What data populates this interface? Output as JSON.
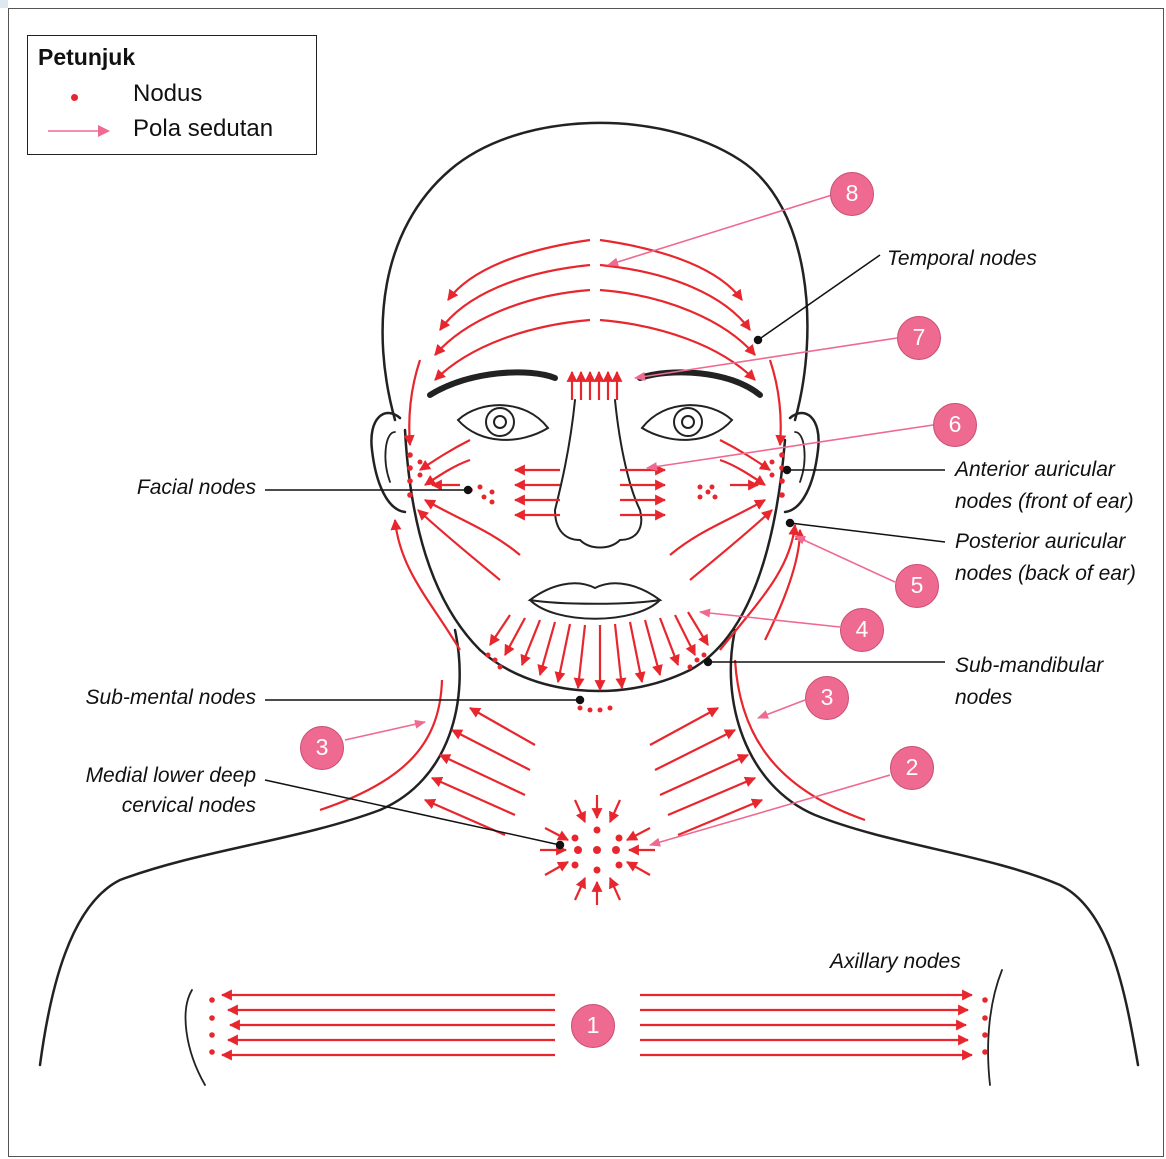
{
  "legend": {
    "title": "Petunjuk",
    "node_label": "Nodus",
    "pattern_label": "Pola sedutan"
  },
  "labels": {
    "temporal": "Temporal nodes",
    "facial": "Facial nodes",
    "anterior_1": "Anterior auricular",
    "anterior_2": "nodes (front of ear)",
    "posterior_1": "Posterior auricular",
    "posterior_2": "nodes (back of ear)",
    "submandibular_1": "Sub-mandibular",
    "submandibular_2": "nodes",
    "submental": "Sub-mental nodes",
    "medial_1": "Medial lower deep",
    "medial_2": "cervical nodes",
    "axillary": "Axillary nodes"
  },
  "steps": [
    "1",
    "2",
    "3",
    "3",
    "4",
    "5",
    "6",
    "7",
    "8"
  ],
  "colors": {
    "pattern_red": "#e8262d",
    "step_pink": "#ef6a90",
    "outline": "#222222"
  }
}
